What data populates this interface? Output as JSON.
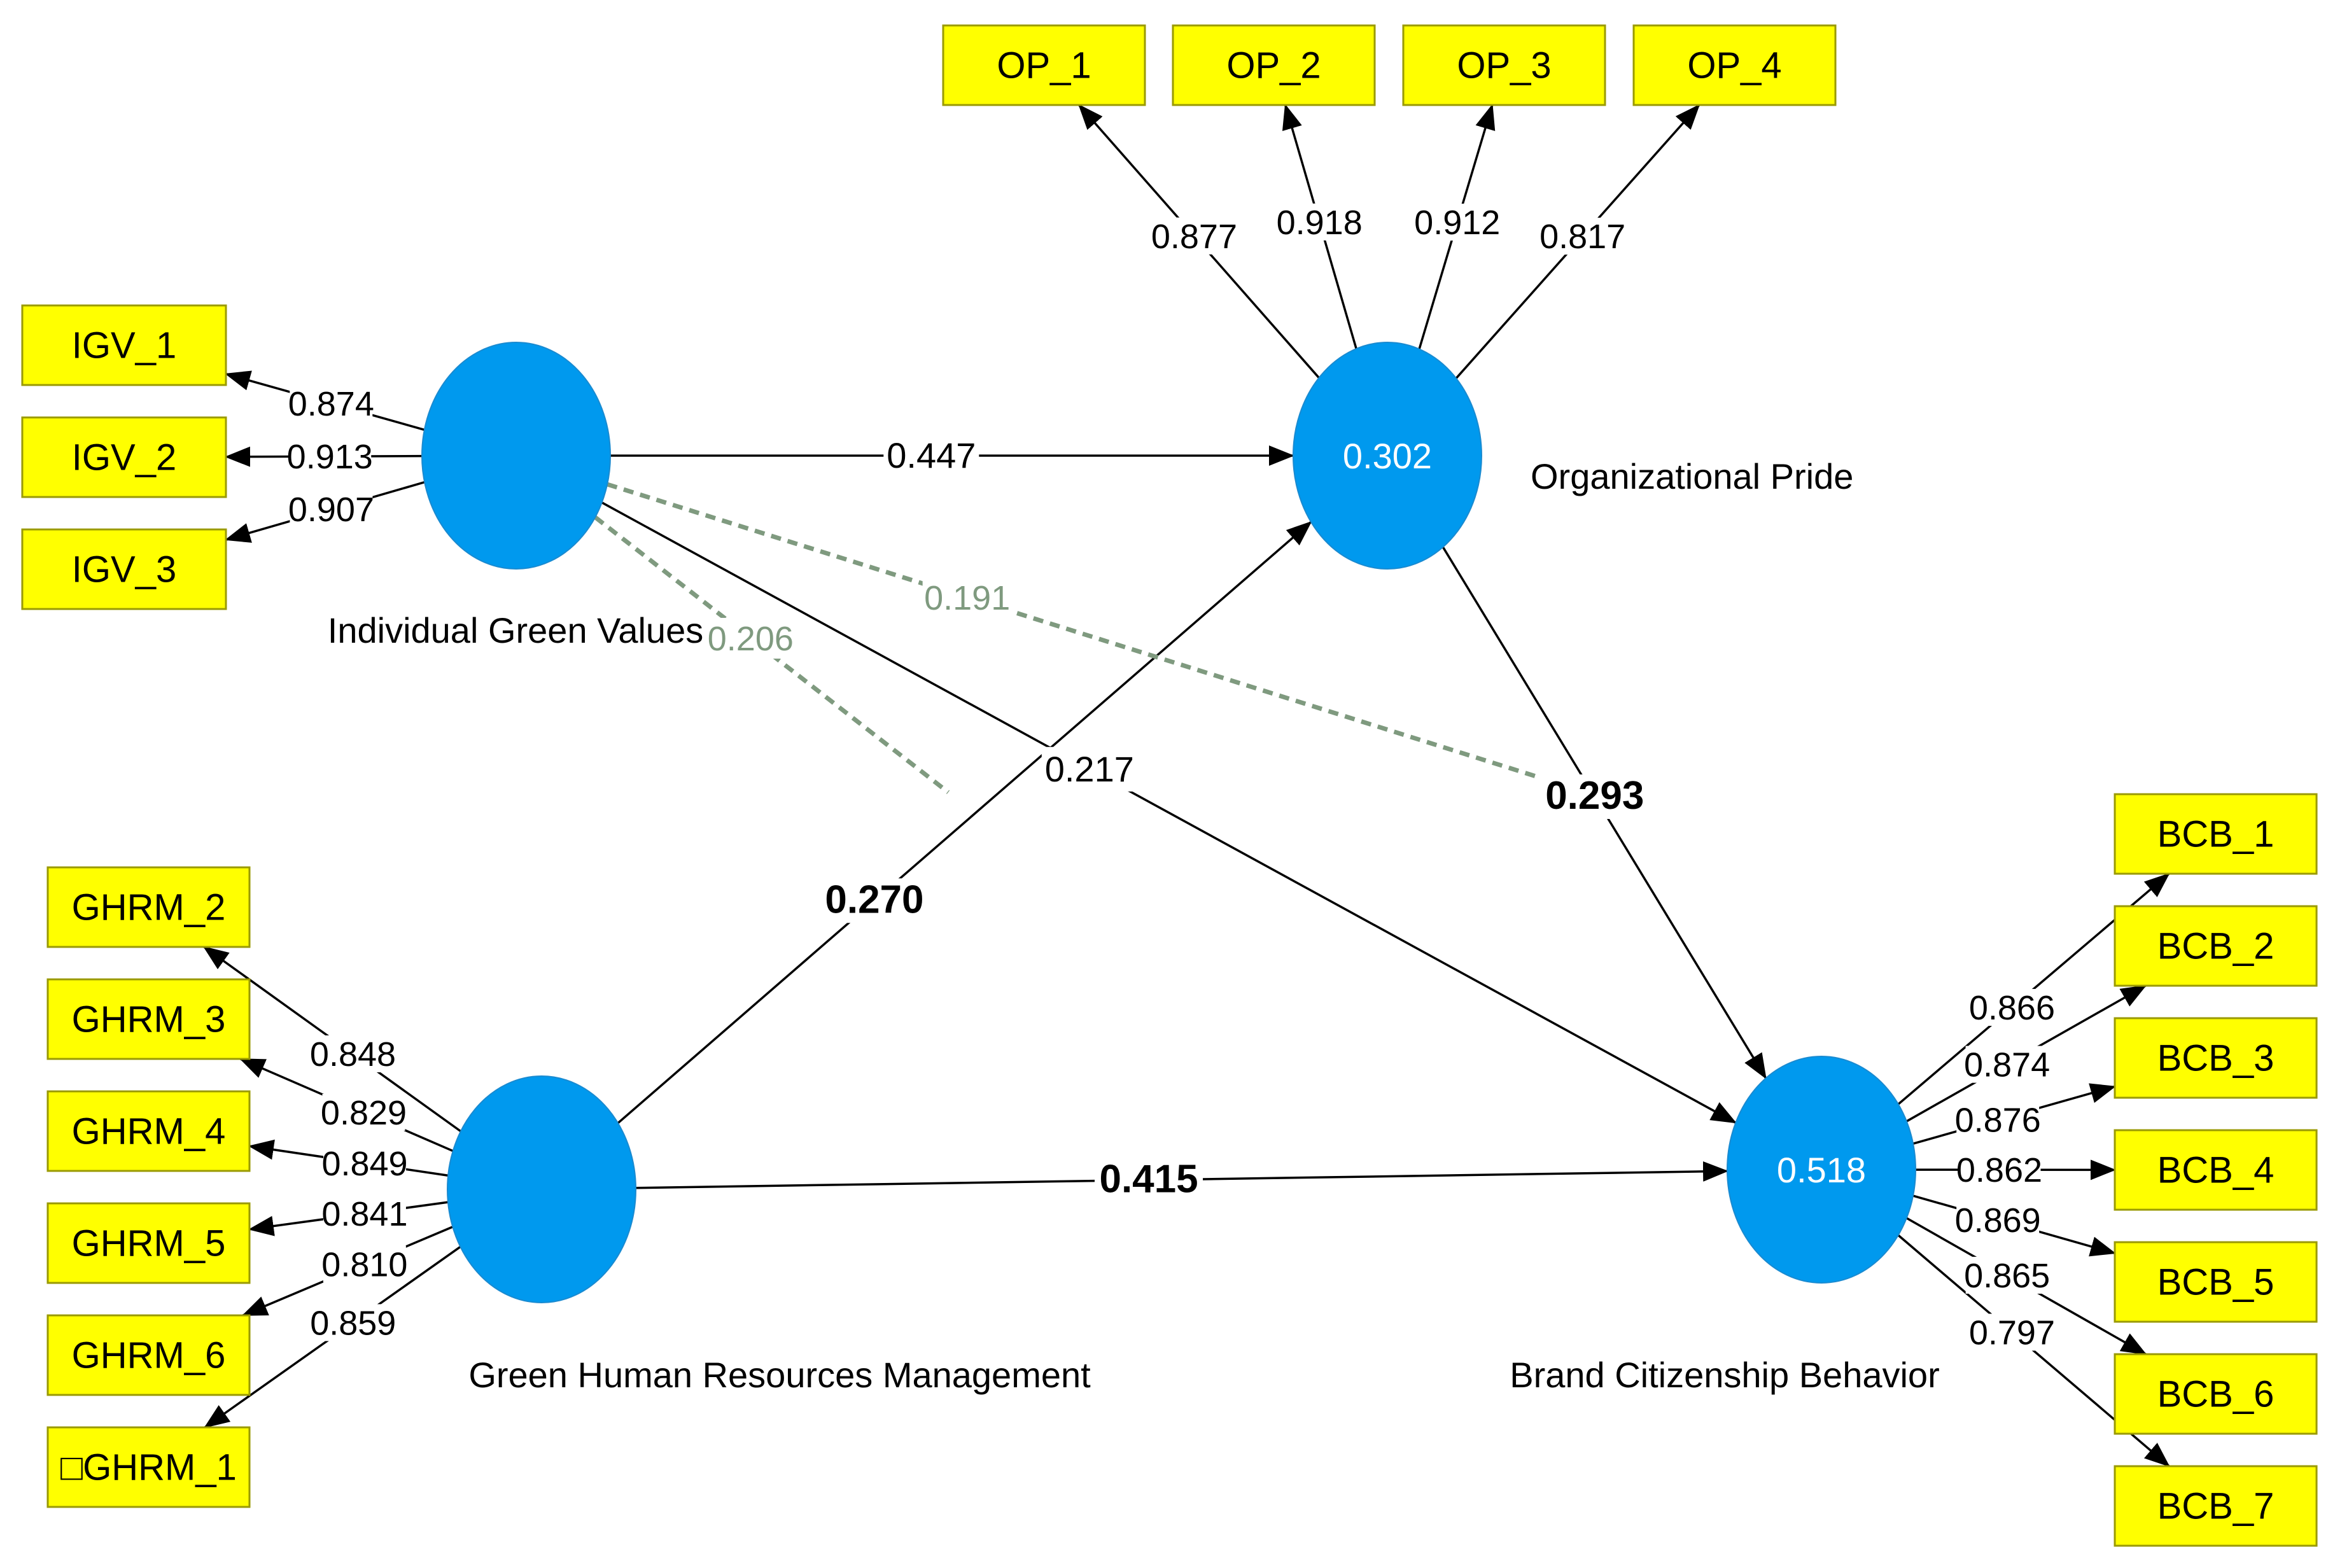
{
  "latent_variables": [
    {
      "id": "igv",
      "name": "Individual Green Values",
      "r2": "",
      "color": "#0099ee"
    },
    {
      "id": "op",
      "name": "Organizational Pride",
      "r2": "0.302",
      "color": "#0099ee"
    },
    {
      "id": "ghrm",
      "name": "Green Human Resources Management",
      "r2": "",
      "color": "#0099ee"
    },
    {
      "id": "bcb",
      "name": "Brand Citizenship Behavior",
      "r2": "0.518",
      "color": "#0099ee"
    }
  ],
  "indicators": [
    {
      "id": "IGV_1",
      "label": "IGV_1",
      "lv": "igv",
      "loading": "0.874"
    },
    {
      "id": "IGV_2",
      "label": "IGV_2",
      "lv": "igv",
      "loading": "0.913"
    },
    {
      "id": "IGV_3",
      "label": "IGV_3",
      "lv": "igv",
      "loading": "0.907"
    },
    {
      "id": "OP_1",
      "label": "OP_1",
      "lv": "op",
      "loading": "0.877"
    },
    {
      "id": "OP_2",
      "label": "OP_2",
      "lv": "op",
      "loading": "0.918"
    },
    {
      "id": "OP_3",
      "label": "OP_3",
      "lv": "op",
      "loading": "0.912"
    },
    {
      "id": "OP_4",
      "label": "OP_4",
      "lv": "op",
      "loading": "0.817"
    },
    {
      "id": "GHRM_2",
      "label": "GHRM_2",
      "lv": "ghrm",
      "loading": "0.848"
    },
    {
      "id": "GHRM_3",
      "label": "GHRM_3",
      "lv": "ghrm",
      "loading": "0.829"
    },
    {
      "id": "GHRM_4",
      "label": "GHRM_4",
      "lv": "ghrm",
      "loading": "0.849"
    },
    {
      "id": "GHRM_5",
      "label": "GHRM_5",
      "lv": "ghrm",
      "loading": "0.841"
    },
    {
      "id": "GHRM_6",
      "label": "GHRM_6",
      "lv": "ghrm",
      "loading": "0.810"
    },
    {
      "id": "GHRM_1",
      "label": "□GHRM_1",
      "lv": "ghrm",
      "loading": "0.859"
    },
    {
      "id": "BCB_1",
      "label": "BCB_1",
      "lv": "bcb",
      "loading": "0.866"
    },
    {
      "id": "BCB_2",
      "label": "BCB_2",
      "lv": "bcb",
      "loading": "0.874"
    },
    {
      "id": "BCB_3",
      "label": "BCB_3",
      "lv": "bcb",
      "loading": "0.876"
    },
    {
      "id": "BCB_4",
      "label": "BCB_4",
      "lv": "bcb",
      "loading": "0.862"
    },
    {
      "id": "BCB_5",
      "label": "BCB_5",
      "lv": "bcb",
      "loading": "0.869"
    },
    {
      "id": "BCB_6",
      "label": "BCB_6",
      "lv": "bcb",
      "loading": "0.865"
    },
    {
      "id": "BCB_7",
      "label": "BCB_7",
      "lv": "bcb",
      "loading": "0.797"
    }
  ],
  "paths": [
    {
      "from": "igv",
      "to": "op",
      "coefficient": "0.447",
      "bold": false
    },
    {
      "from": "igv",
      "to": "bcb",
      "coefficient": "0.217",
      "bold": false
    },
    {
      "from": "ghrm",
      "to": "op",
      "coefficient": "0.270",
      "bold": true
    },
    {
      "from": "ghrm",
      "to": "bcb",
      "coefficient": "0.415",
      "bold": true
    },
    {
      "from": "op",
      "to": "bcb",
      "coefficient": "0.293",
      "bold": true
    }
  ],
  "moderating_effects": [
    {
      "from": "igv",
      "to": "ghrm_op_path",
      "coefficient": "0.206",
      "color": "#7f9a7f"
    },
    {
      "from": "igv",
      "to": "op_bcb_path",
      "coefficient": "0.191",
      "color": "#7f9a7f"
    }
  ],
  "colors": {
    "indicator_fill": "#ffff00",
    "latent_fill": "#0099ee",
    "moderation": "#7f9a7f"
  }
}
